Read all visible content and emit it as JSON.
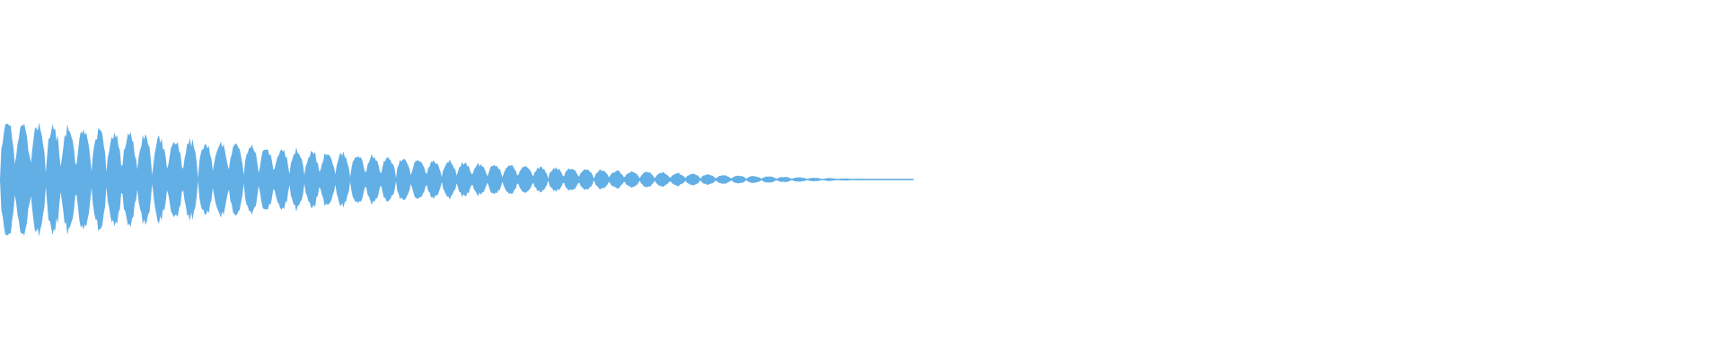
{
  "waveform": {
    "color": "#62afe6",
    "background": "#ffffff",
    "progress_fraction": 0.53,
    "lobe_count": 60,
    "envelope": {
      "start_amplitude": 1.0,
      "end_amplitude": 0.0,
      "decay": "exponential"
    }
  }
}
